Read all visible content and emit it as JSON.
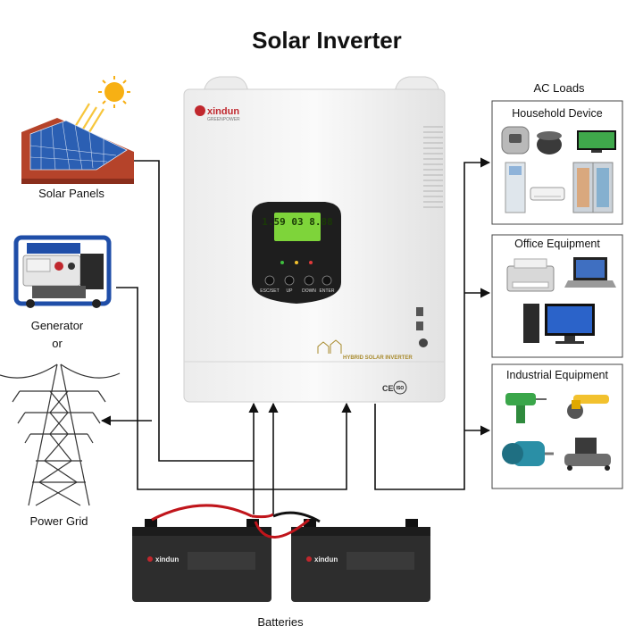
{
  "title": "Solar Inverter",
  "inverter": {
    "brand": "xindun",
    "brand_sub": "GREENPOWER",
    "lcd_text": "1.59 03 8.88",
    "product_label": "HYBRID SOLAR INVERTER",
    "keys": [
      "ESC/SET",
      "UP",
      "DOWN",
      "ENTER"
    ],
    "cert": [
      "CE",
      "ISO"
    ]
  },
  "sources": {
    "solar": "Solar Panels",
    "generator": "Generator",
    "or": "or",
    "grid": "Power Grid"
  },
  "loads": {
    "header": "AC Loads",
    "household": "Household Device",
    "office": "Office Equipment",
    "industrial": "Industrial Equipment"
  },
  "batteries": {
    "label": "Batteries",
    "brand": "xindun"
  },
  "colors": {
    "panel_blue": "#2b5fb3",
    "roof": "#b5432a",
    "sun": "#f7b014",
    "battery": "#2d2d2d",
    "cable_red": "#c0151b",
    "inverter_body": "#f4f4f4",
    "lcd": "#7ed43a",
    "generator_blue": "#1f4ea8"
  }
}
